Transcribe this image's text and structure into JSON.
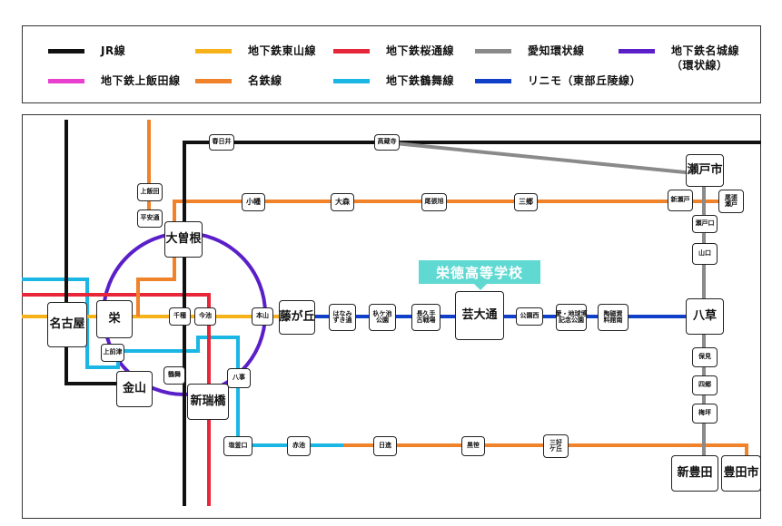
{
  "legend": {
    "items": [
      {
        "label": "JR線",
        "color": "#111111"
      },
      {
        "label": "地下鉄東山線",
        "color": "#f7b219"
      },
      {
        "label": "地下鉄桜通線",
        "color": "#e8263a"
      },
      {
        "label": "愛知環状線",
        "color": "#8a8a8a"
      },
      {
        "label": "地下鉄名城線\n（環状線）",
        "color": "#5b1fc9"
      },
      {
        "label": "地下鉄上飯田線",
        "color": "#e83fcf"
      },
      {
        "label": "名鉄線",
        "color": "#f0822a"
      },
      {
        "label": "地下鉄鶴舞線",
        "color": "#1ab6e4"
      },
      {
        "label": "リニモ（東部丘陵線）",
        "color": "#1040c8"
      }
    ]
  },
  "school": {
    "label": "栄徳高等学校",
    "color": "#5fd9d2"
  },
  "stations": {
    "kasugai": "春日井",
    "kozoji": "高蔵寺",
    "setoshi": "瀬戸市",
    "kamiiida": "上飯田",
    "heiando": "平安通",
    "ozone": "大曽根",
    "obata": "小幡",
    "omori": "大森",
    "owari_asahi": "尾張旭",
    "sango": "三郷",
    "shinseto": "新瀬戸",
    "owari_seto": "尾張\n瀬戸",
    "setoguchi": "瀬戸口",
    "yamaguchi": "山口",
    "nagoya": "名古屋",
    "sakae": "栄",
    "chikusa": "千種",
    "imaike": "今池",
    "motoyama": "本山",
    "fujigaoka": "藤が丘",
    "hanamizu": "はなみ\nずき通",
    "irigaike": "杁ケ池\n公園",
    "nagakute": "長久手\n古戦場",
    "geidaidori": "芸大通",
    "koenishi": "公園西",
    "expo": "愛・地球博\n記念公園",
    "toji": "陶磁資\n料館南",
    "yakusa": "八草",
    "kamimaezu": "上前津",
    "kanayama": "金山",
    "tsurumai": "鶴舞",
    "yagoto": "八事",
    "shinmizuho": "新瑞橋",
    "shiogamaguchi": "塩釜口",
    "akaike": "赤池",
    "nisshin": "日進",
    "kurozasa": "黒笹",
    "miyoshigaoka": "三好\nケ丘",
    "homi": "保見",
    "shigo": "四郷",
    "umetsubo": "梅坪",
    "shintoyota": "新豊田",
    "toyotashi": "豊田市"
  }
}
